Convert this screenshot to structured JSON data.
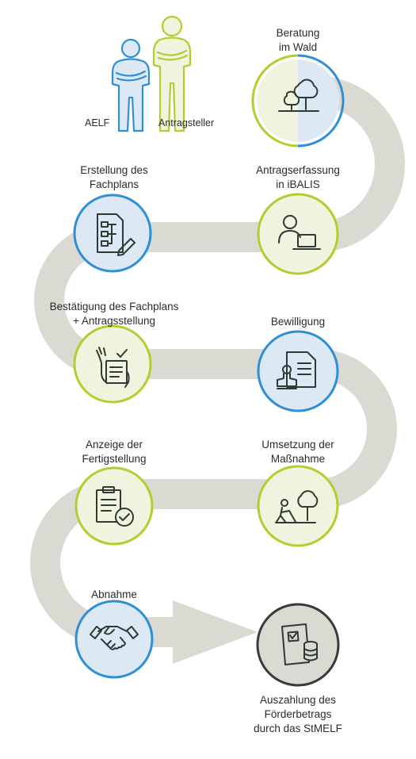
{
  "legend": {
    "aelf": "AELF",
    "antragsteller": "Antragsteller"
  },
  "steps": [
    {
      "line1": "Beratung",
      "line2": "im Wald",
      "icon": "forest-trees-icon"
    },
    {
      "line1": "Antragserfassung",
      "line2": "in iBALIS",
      "icon": "person-laptop-icon"
    },
    {
      "line1": "Erstellung des",
      "line2": "Fachplans",
      "icon": "plan-document-pen-icon"
    },
    {
      "line1": "Bestätigung des Fachplans",
      "line2": "+ Antragsstellung",
      "icon": "hand-checklist-icon"
    },
    {
      "line1": "Bewilligung",
      "line2": "",
      "icon": "stamp-document-icon"
    },
    {
      "line1": "Umsetzung der",
      "line2": "Maßnahme",
      "icon": "planting-tree-icon"
    },
    {
      "line1": "Anzeige der",
      "line2": "Fertigstellung",
      "icon": "clipboard-check-icon"
    },
    {
      "line1": "Abnahme",
      "line2": "",
      "icon": "handshake-icon"
    },
    {
      "line1": "Auszahlung des",
      "line2": "Förderbetrags",
      "line3": "durch das StMELF",
      "icon": "payment-coins-icon"
    }
  ],
  "colors": {
    "path": "#dadad3",
    "blue_border": "#2f8fd6",
    "blue_fill": "#dce9f5",
    "green_border": "#b5cc2e",
    "green_fill": "#f0f4df",
    "dark_border": "#3a3a3a",
    "dark_fill": "#dadad3",
    "icon": "#2e3a33"
  }
}
